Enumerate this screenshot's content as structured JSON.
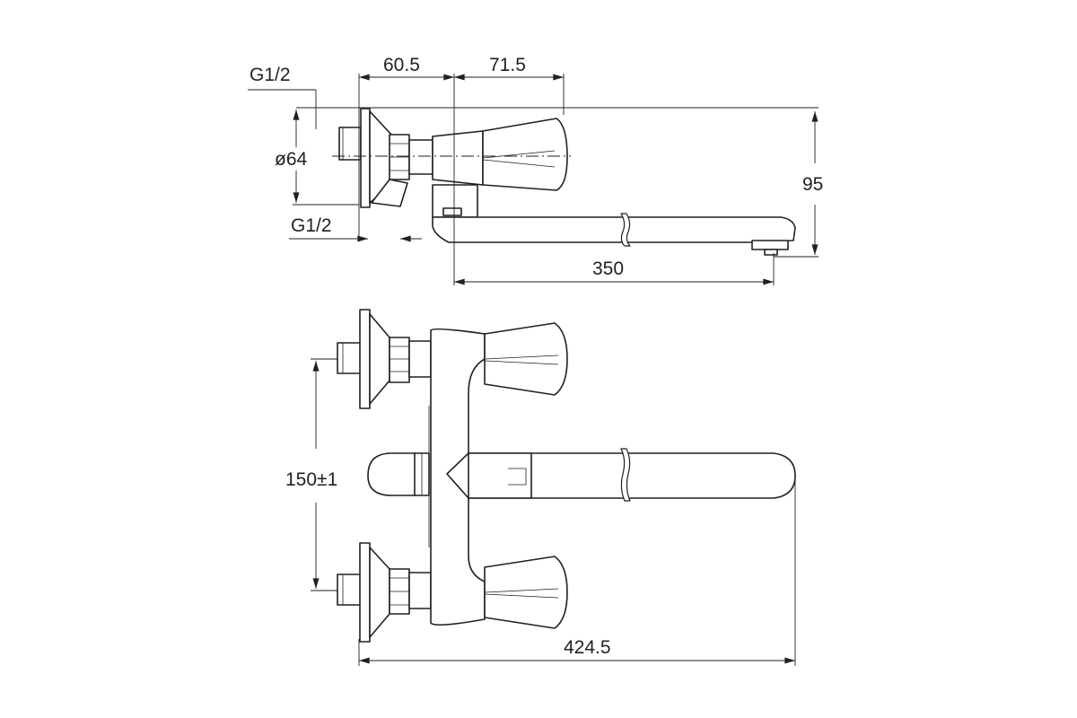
{
  "colors": {
    "line": "#231f20",
    "background": "#ffffff"
  },
  "dimensions": {
    "thread_top": "G1/2",
    "thread_bottom": "G1/2",
    "flange_diameter": "ø64",
    "offset_1": "60.5",
    "offset_2": "71.5",
    "height": "95",
    "spout_reach": "350",
    "center_distance": "150±1",
    "overall_length": "424.5"
  }
}
